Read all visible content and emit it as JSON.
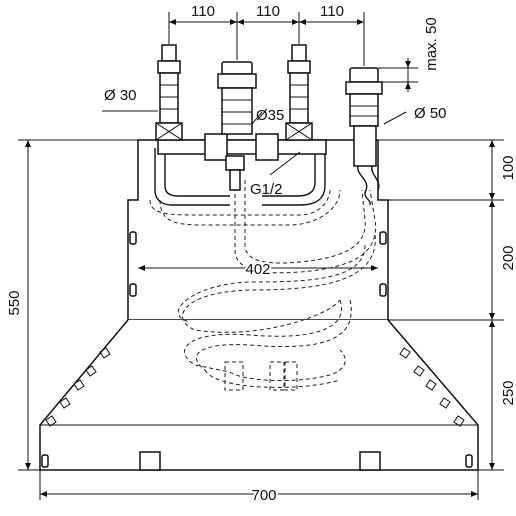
{
  "dimensions": {
    "spacing_left": "110",
    "spacing_middle": "110",
    "spacing_right": "110",
    "max_height": "max. 50",
    "diameter_small": "Ø 30",
    "diameter_middle": "Ø35",
    "diameter_large": "Ø 50",
    "thread": "G1/2",
    "inner_width": "402",
    "total_height": "550",
    "height_top": "100",
    "height_middle": "200",
    "height_bottom": "250",
    "total_width": "700"
  },
  "colors": {
    "line": "#111111",
    "background": "#ffffff"
  }
}
